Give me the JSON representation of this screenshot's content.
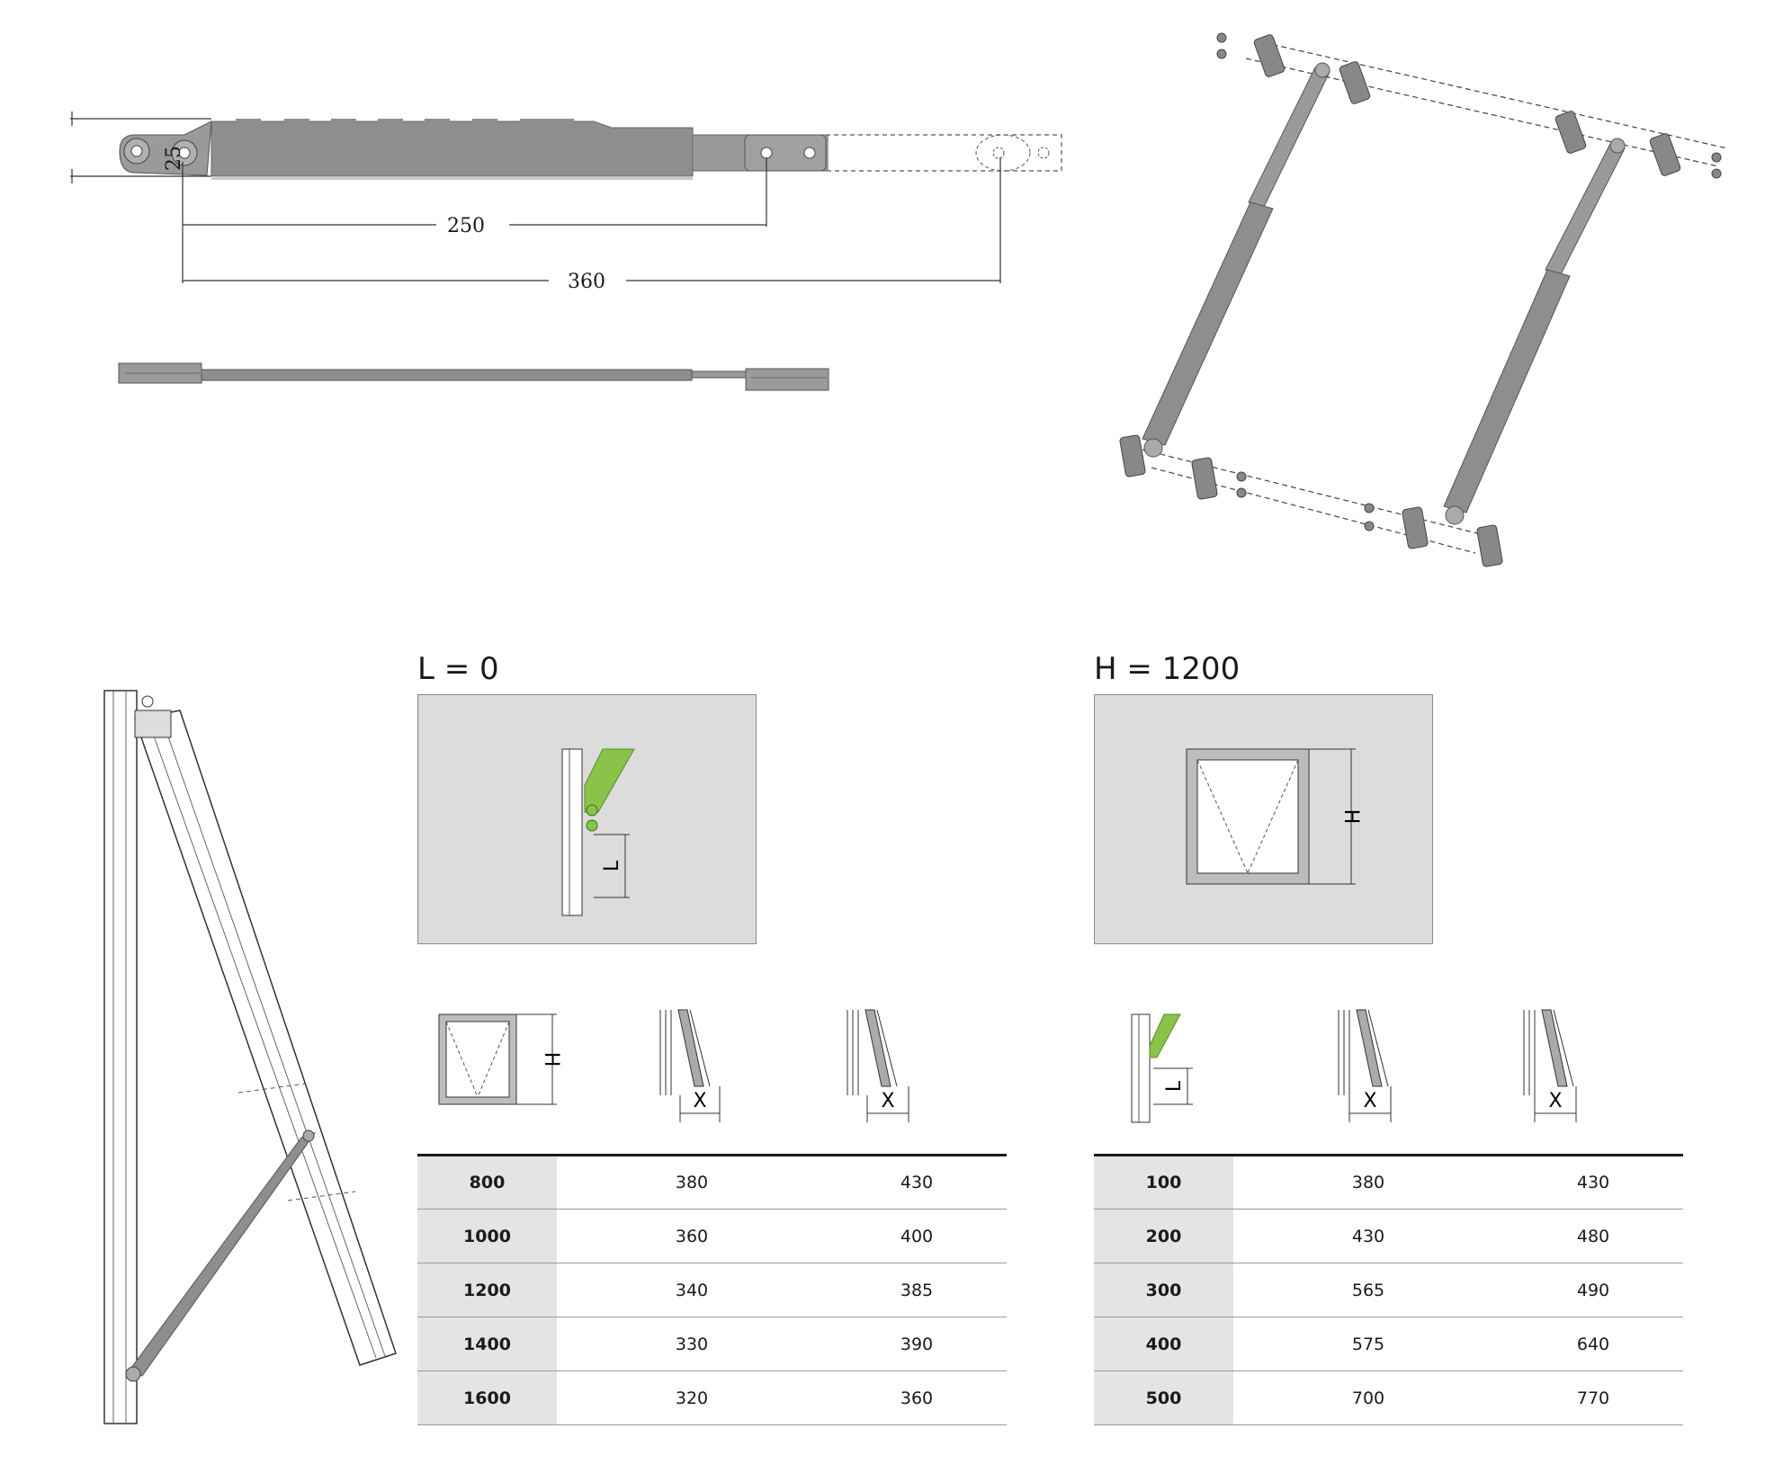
{
  "top_drawing": {
    "dim_height": "25",
    "dim_short": "250",
    "dim_long": "360"
  },
  "panel_left": {
    "caption": "L = 0",
    "inner_label": "L"
  },
  "panel_right": {
    "caption": "H = 1200",
    "inner_label": "H"
  },
  "table_left": {
    "icons": {
      "window_label": "H",
      "x1_label": "X",
      "x2_label": "X"
    },
    "rows": [
      {
        "key": "800",
        "x1": "380",
        "x2": "430"
      },
      {
        "key": "1000",
        "x1": "360",
        "x2": "400"
      },
      {
        "key": "1200",
        "x1": "340",
        "x2": "385"
      },
      {
        "key": "1400",
        "x1": "330",
        "x2": "390"
      },
      {
        "key": "1600",
        "x1": "320",
        "x2": "360"
      }
    ]
  },
  "table_right": {
    "icons": {
      "stay_label": "L",
      "x1_label": "X",
      "x2_label": "X"
    },
    "rows": [
      {
        "key": "100",
        "x1": "380",
        "x2": "430"
      },
      {
        "key": "200",
        "x1": "430",
        "x2": "480"
      },
      {
        "key": "300",
        "x1": "565",
        "x2": "490"
      },
      {
        "key": "400",
        "x1": "575",
        "x2": "640"
      },
      {
        "key": "500",
        "x1": "700",
        "x2": "770"
      }
    ]
  },
  "colors": {
    "metal": "#8e8e8e",
    "metal_dark": "#6a6a6a",
    "accent_green": "#8bc34a",
    "panel_bg": "#dcdcdc"
  }
}
